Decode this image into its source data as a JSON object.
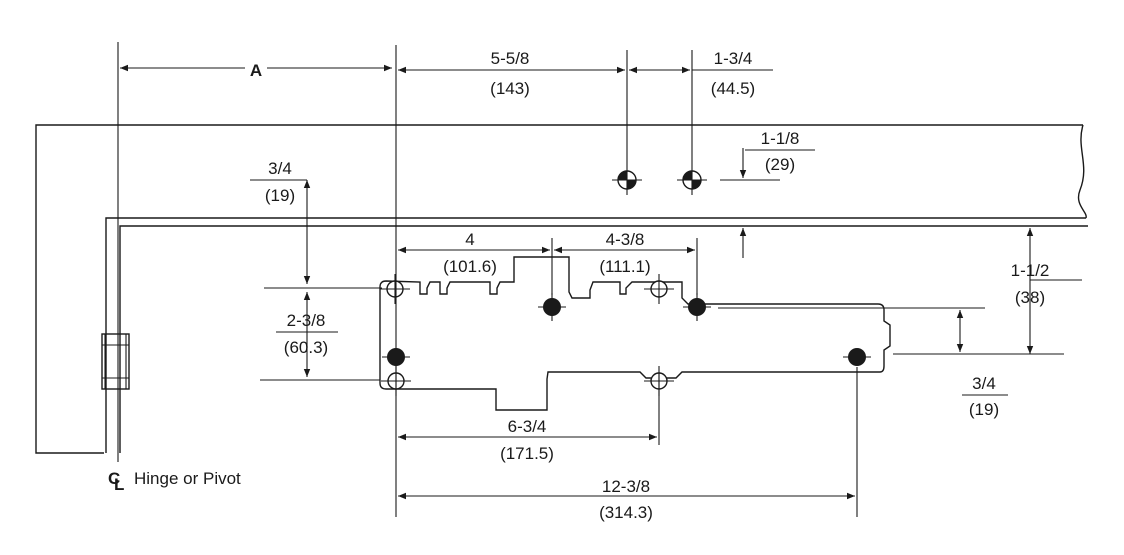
{
  "dimensions": {
    "a": "A",
    "d1_frac": "5-5/8",
    "d1_mm": "(143)",
    "d2_frac": "1-3/4",
    "d2_mm": "(44.5)",
    "d3_frac": "1-1/8",
    "d3_mm": "(29)",
    "d4_frac": "3/4",
    "d4_mm": "(19)",
    "d5_frac": "4",
    "d5_mm": "(101.6)",
    "d6_frac": "4-3/8",
    "d6_mm": "(111.1)",
    "d7_frac": "1-1/2",
    "d7_mm": "(38)",
    "d8_frac": "2-3/8",
    "d8_mm": "(60.3)",
    "d9_frac": "3/4",
    "d9_mm": "(19)",
    "d10_frac": "6-3/4",
    "d10_mm": "(171.5)",
    "d11_frac": "12-3/8",
    "d11_mm": "(314.3)"
  },
  "hinge": {
    "symbol": "C",
    "symbol_sub": "L",
    "label": "Hinge or Pivot"
  }
}
